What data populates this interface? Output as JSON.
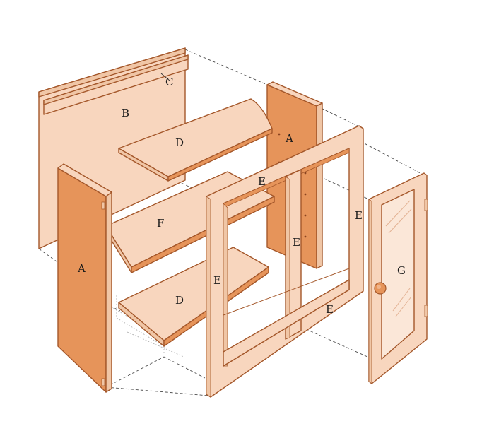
{
  "labels": {
    "c": "C",
    "b": "B",
    "d_top": "D",
    "a_back": "A",
    "a_front": "A",
    "e_top": "E",
    "e_right": "E",
    "f": "F",
    "e_middle": "E",
    "e_left": "E",
    "d_bottom": "D",
    "e_bottom": "E",
    "g": "G"
  },
  "colors": {
    "panel_light": "#f8d6be",
    "panel_light_dark": "#f0c6a6",
    "panel_side": "#e6945a",
    "panel_edge": "#a4572a",
    "glass": "#fbe7d8"
  }
}
